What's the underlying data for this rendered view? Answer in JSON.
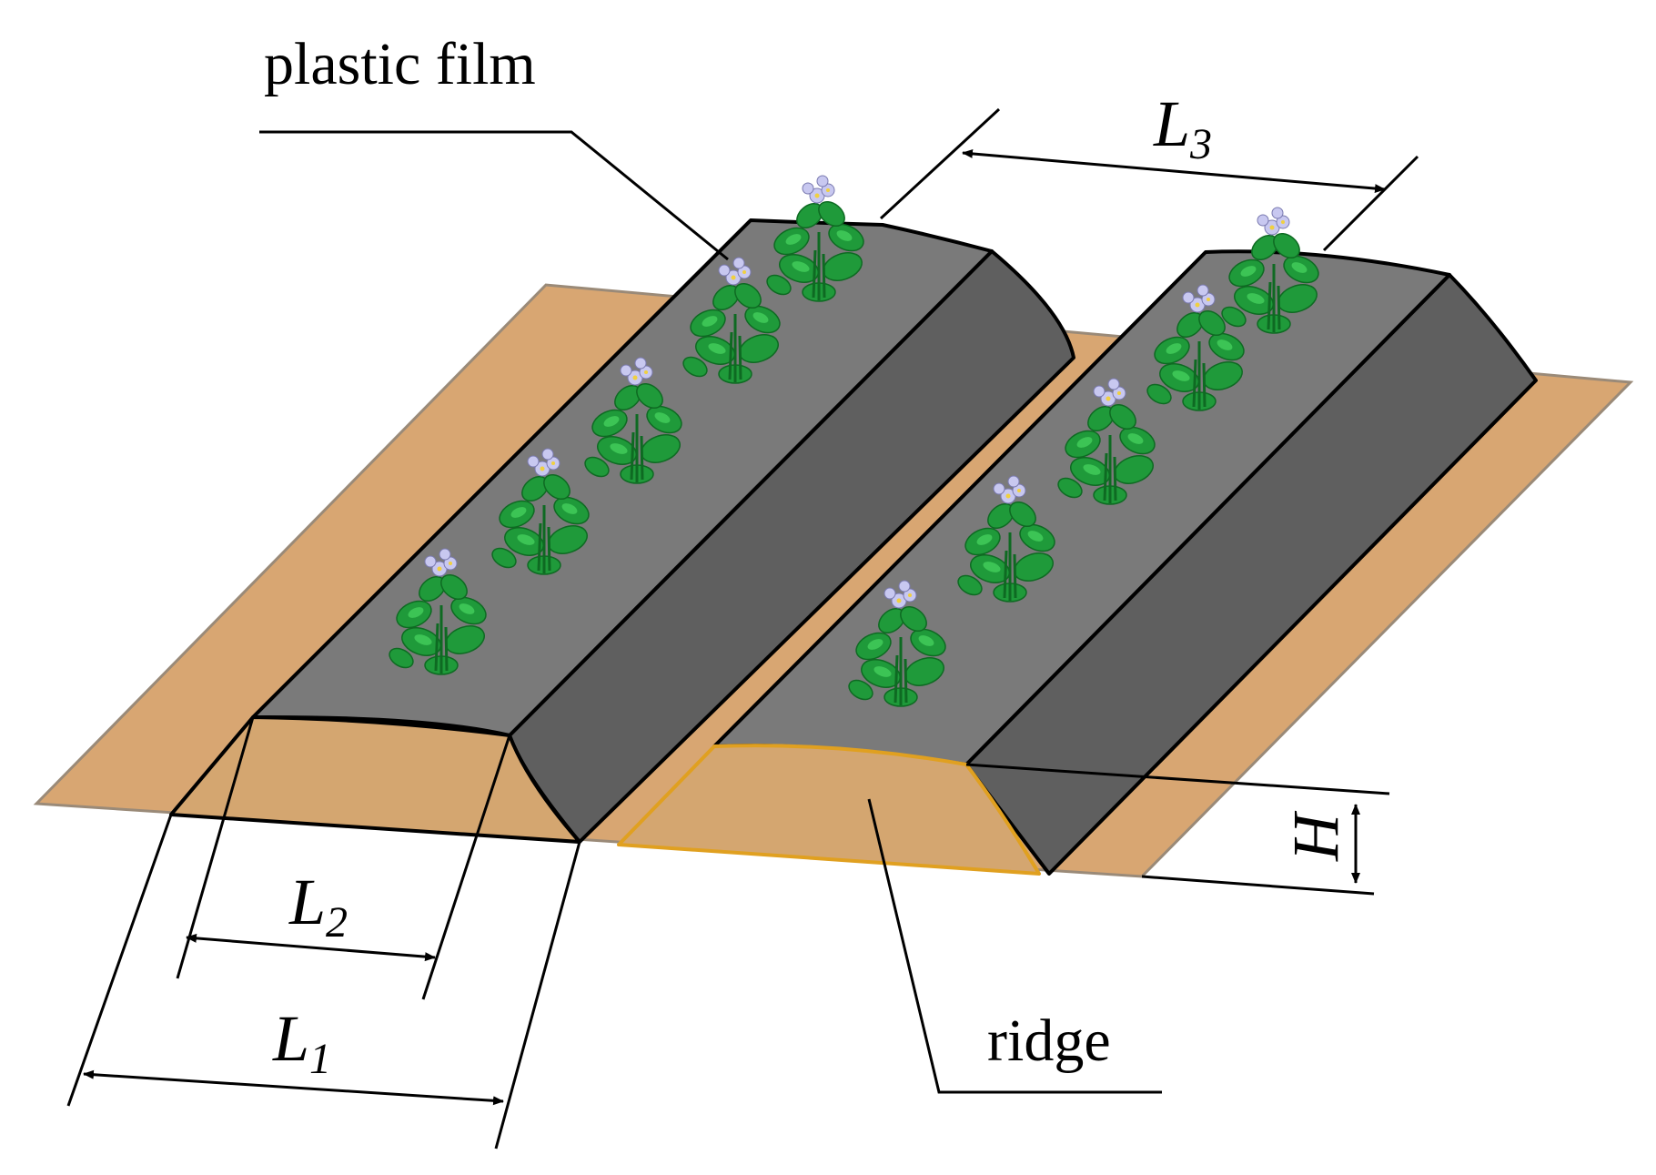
{
  "labels": {
    "plastic_film": "plastic film",
    "ridge": "ridge",
    "L1": {
      "main": "L",
      "sub": "1"
    },
    "L2": {
      "main": "L",
      "sub": "2"
    },
    "L3": {
      "main": "L",
      "sub": "3"
    },
    "H": "H"
  },
  "colors": {
    "soil": "#d8a672",
    "soil_edge": "#9a8a78",
    "ridge_soil": "#d4a670",
    "ridge_soil_edge": "#e0a020",
    "film_top": "#7a7a7a",
    "film_side": "#5f5f5f",
    "leaf": "#1f9a3a",
    "leaf_light": "#3cc455",
    "flower": "#c8c8f0"
  },
  "icons": {
    "plant": "potato-plant-icon"
  }
}
